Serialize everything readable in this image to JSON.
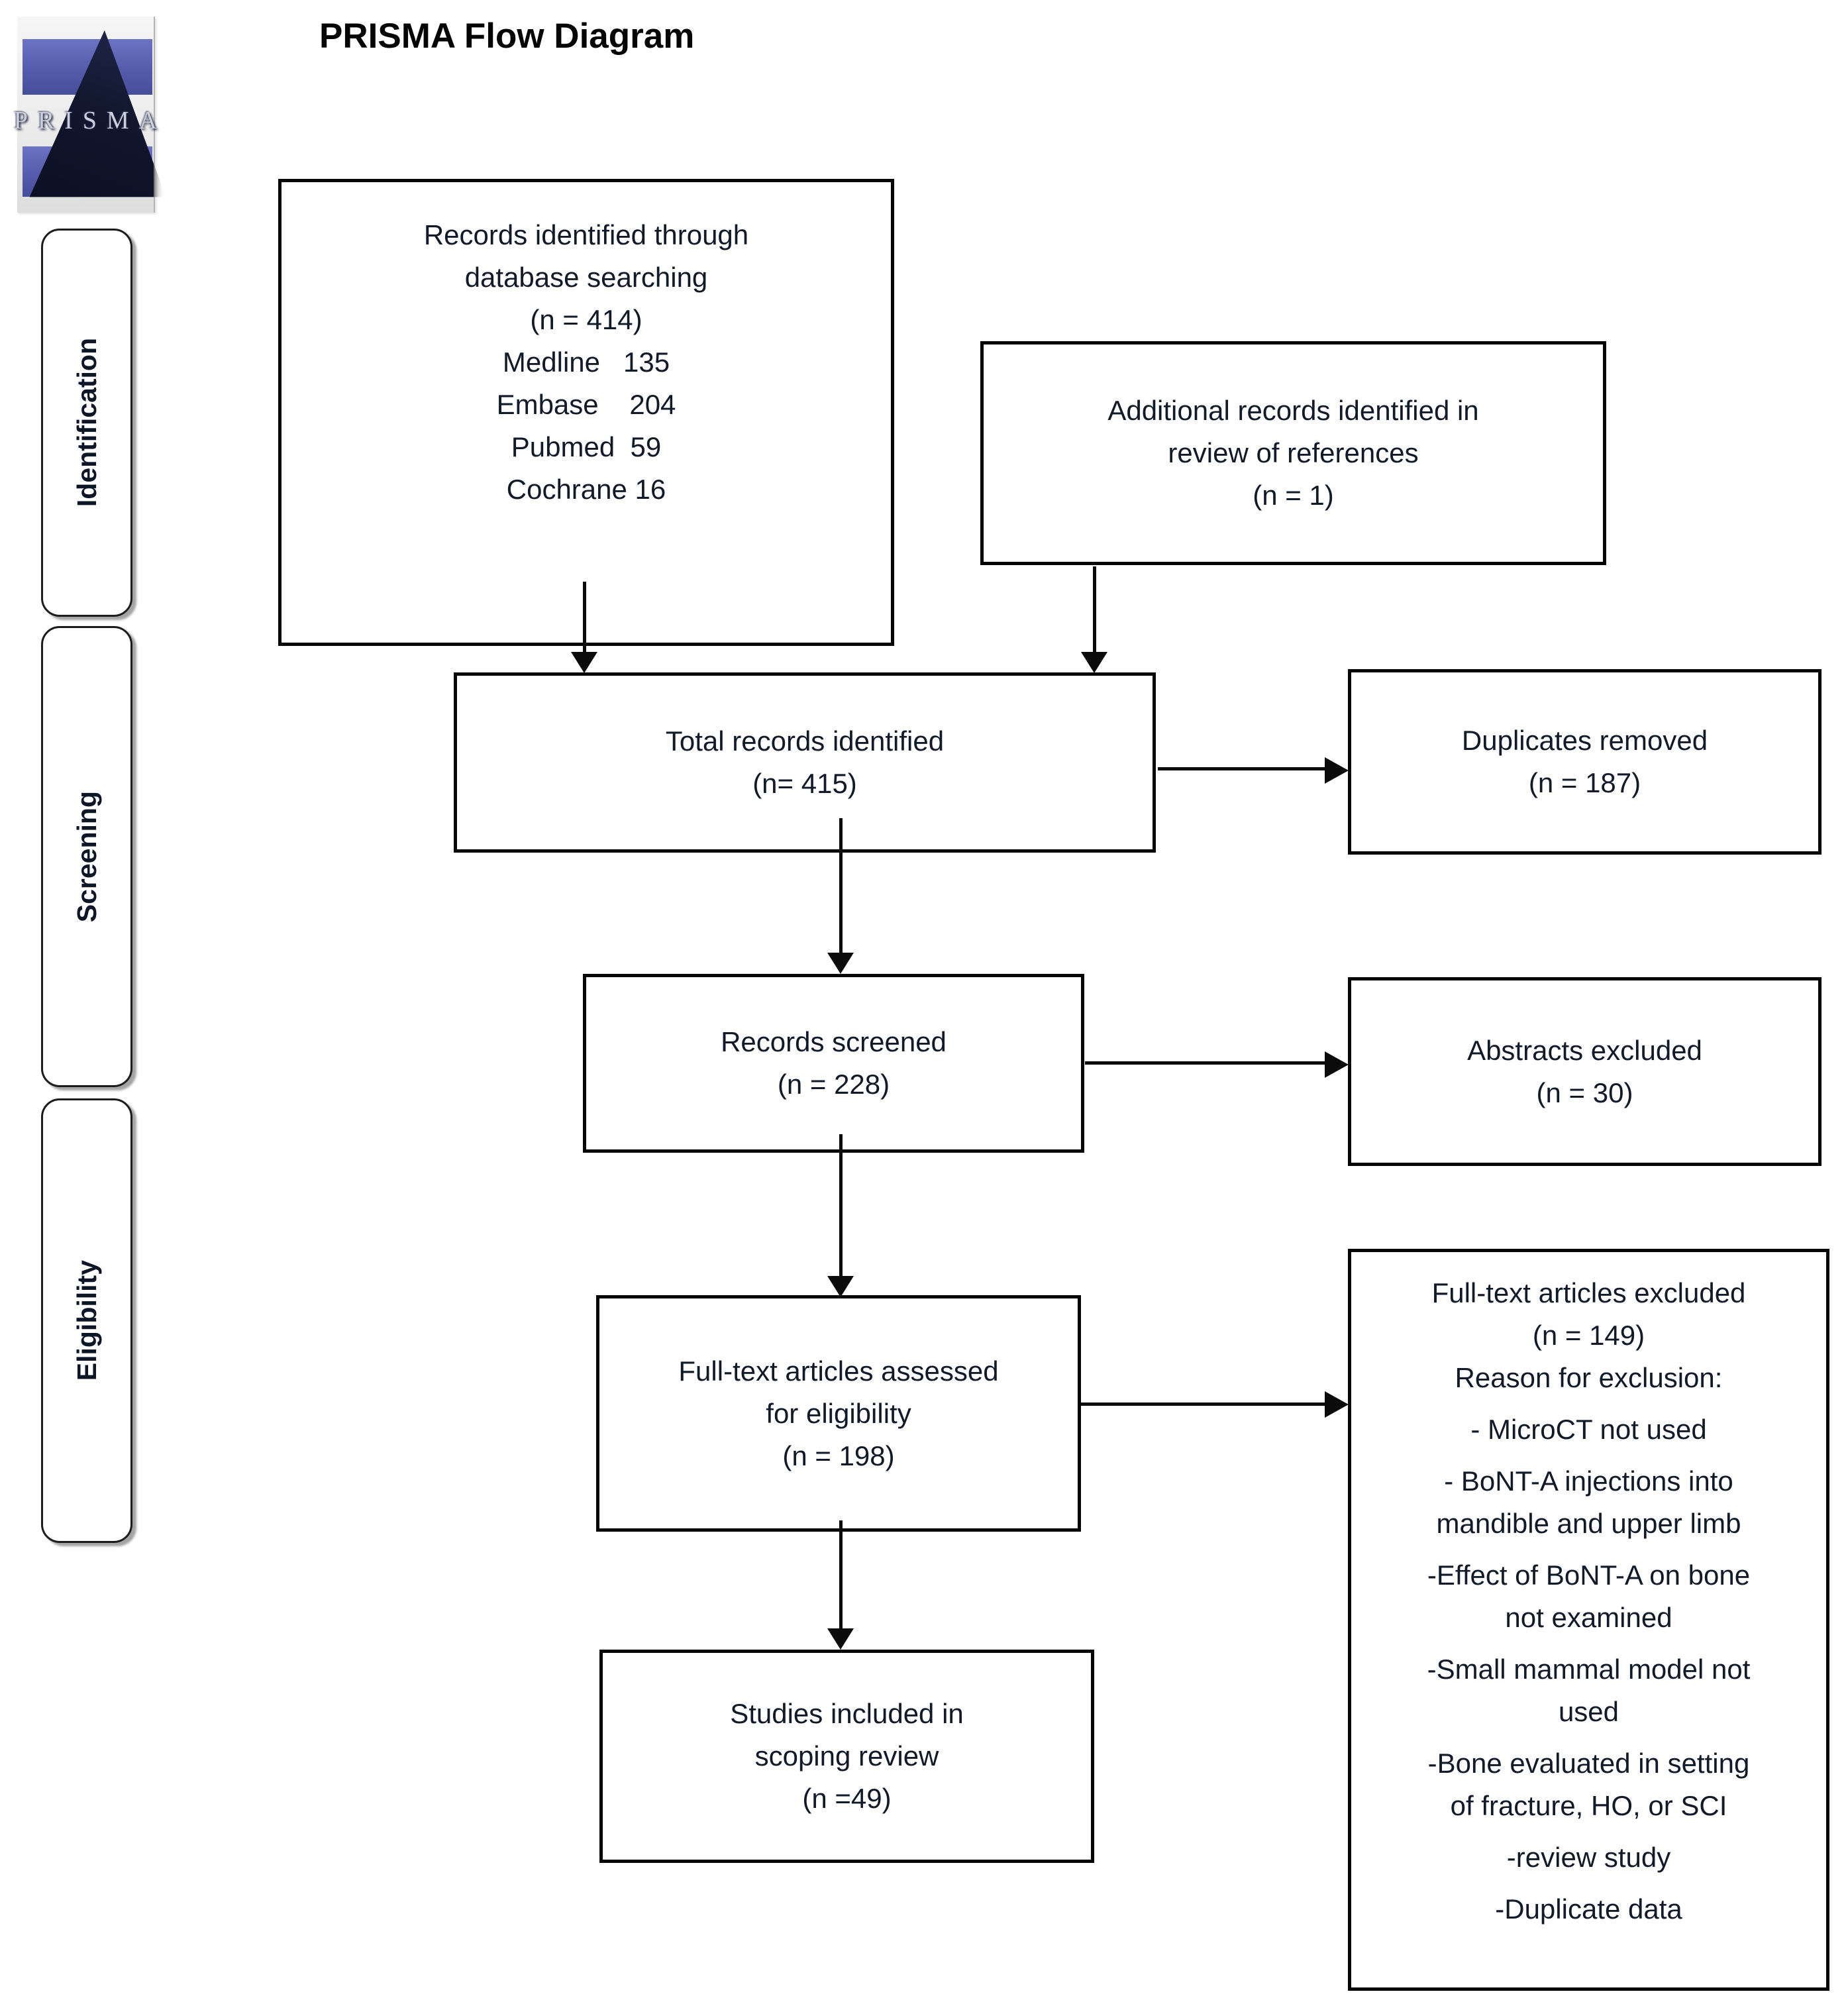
{
  "title": "PRISMA Flow Diagram",
  "logo": {
    "text": "PRISMA"
  },
  "sidebar": {
    "stages": [
      {
        "label": "Identification"
      },
      {
        "label": "Screening"
      },
      {
        "label": "Eligibility"
      }
    ]
  },
  "boxes": {
    "records_identified": {
      "lines": [
        "Records identified through",
        "database searching",
        "(n = 414)",
        "Medline   135",
        "Embase    204",
        "Pubmed  59",
        "Cochrane 16"
      ]
    },
    "additional_records": {
      "lines": [
        "Additional records identified in",
        "review of references",
        "(n = 1)"
      ]
    },
    "total_records": {
      "lines": [
        "Total records identified",
        "(n= 415)"
      ]
    },
    "duplicates_removed": {
      "lines": [
        "Duplicates removed",
        "(n = 187)"
      ]
    },
    "records_screened": {
      "lines": [
        "Records screened",
        "(n = 228)"
      ]
    },
    "abstracts_excluded": {
      "lines": [
        "Abstracts excluded",
        "(n = 30)"
      ]
    },
    "fulltext_assessed": {
      "lines": [
        "Full-text articles assessed",
        "for eligibility",
        "(n = 198)"
      ]
    },
    "fulltext_excluded": {
      "lines": [
        "Full-text articles excluded",
        "(n = 149)",
        "Reason for exclusion:",
        "- MicroCT not used",
        "- BoNT-A injections into",
        "mandible and upper limb",
        "-Effect of BoNT-A on bone",
        "not examined",
        "-Small mammal model not",
        "used",
        "-Bone evaluated in setting",
        "of fracture, HO, or SCI",
        "-review study",
        "-Duplicate data"
      ]
    },
    "studies_included": {
      "lines": [
        "Studies included in",
        "scoping review",
        "(n =49)"
      ]
    }
  },
  "colors": {
    "box_border": "#060606",
    "text": "#101a28",
    "arrow": "#0b0b0b",
    "logo_blue": "#545cab",
    "logo_triangle": "#12172f"
  }
}
